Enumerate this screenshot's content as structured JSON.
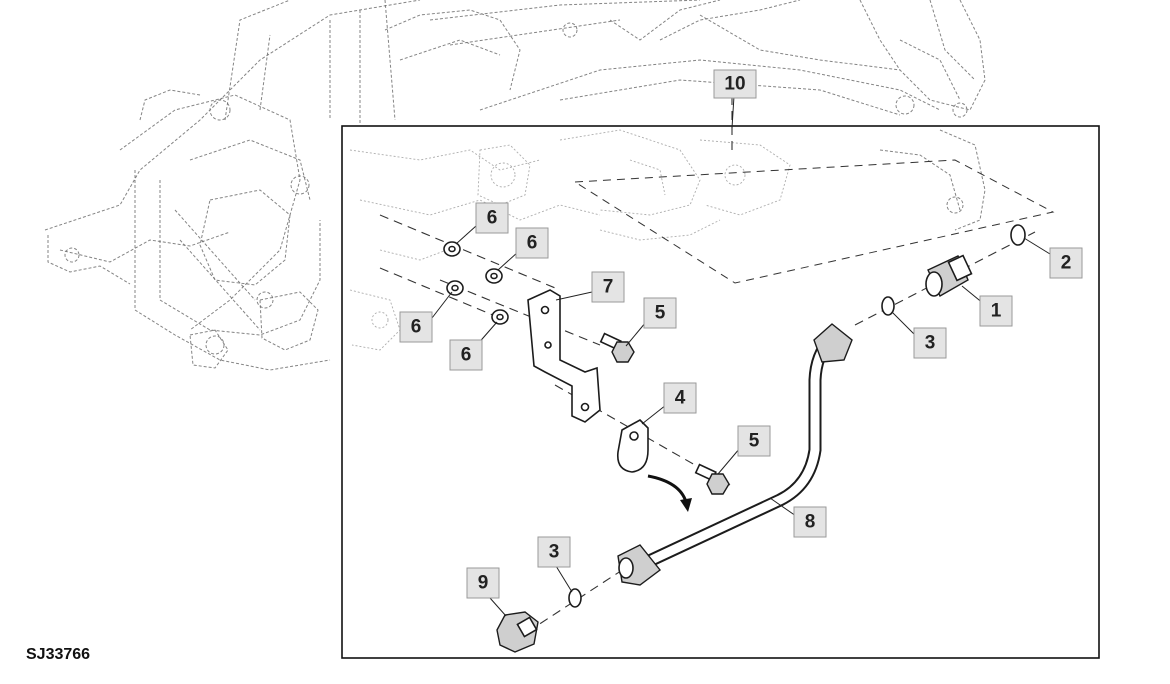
{
  "figure": {
    "id": "SJ33766",
    "callouts": [
      {
        "key": "c10",
        "label": "10"
      },
      {
        "key": "c6a",
        "label": "6"
      },
      {
        "key": "c6b",
        "label": "6"
      },
      {
        "key": "c6c",
        "label": "6"
      },
      {
        "key": "c6d",
        "label": "6"
      },
      {
        "key": "c7",
        "label": "7"
      },
      {
        "key": "c5a",
        "label": "5"
      },
      {
        "key": "c5b",
        "label": "5"
      },
      {
        "key": "c4",
        "label": "4"
      },
      {
        "key": "c2",
        "label": "2"
      },
      {
        "key": "c1",
        "label": "1"
      },
      {
        "key": "c3a",
        "label": "3"
      },
      {
        "key": "c3b",
        "label": "3"
      },
      {
        "key": "c8",
        "label": "8"
      },
      {
        "key": "c9",
        "label": "9"
      }
    ]
  }
}
